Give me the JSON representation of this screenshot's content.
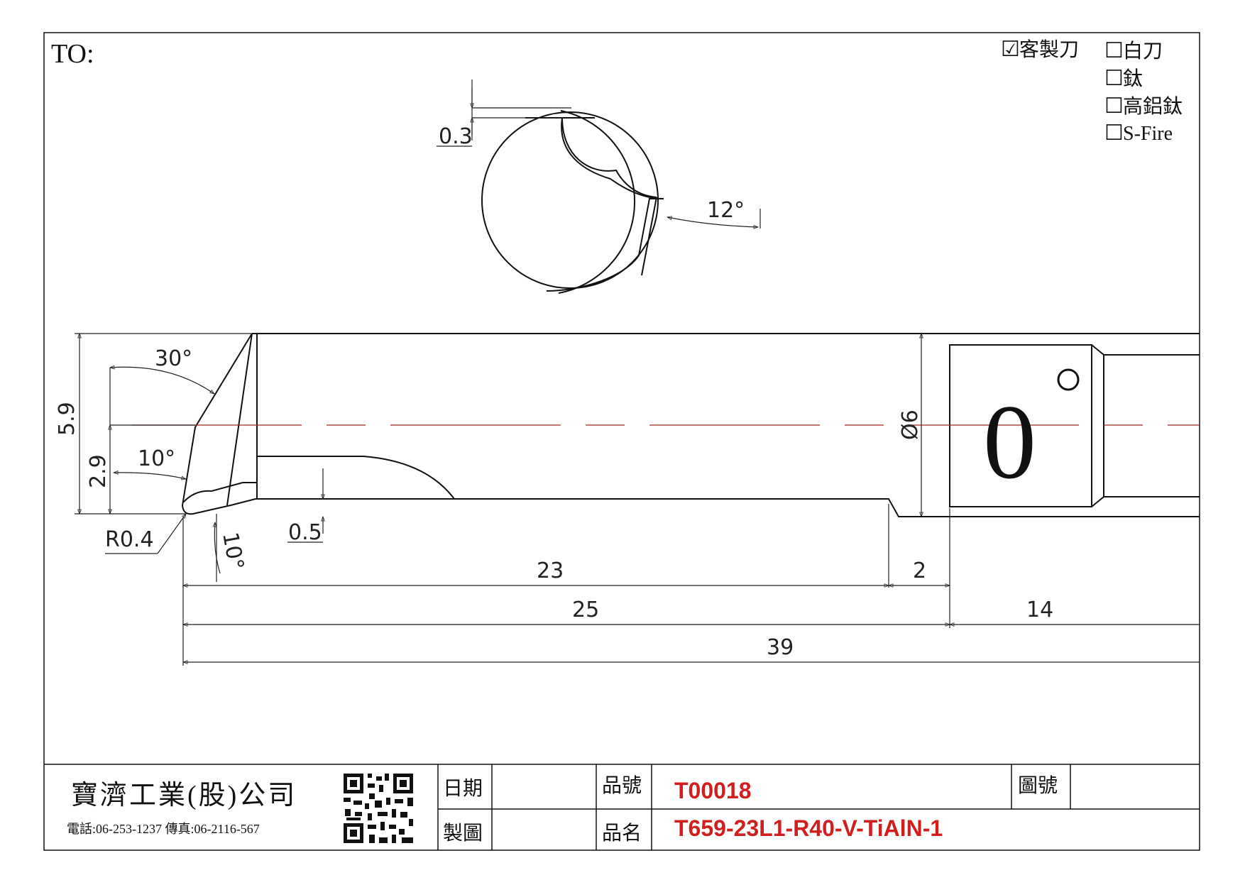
{
  "header": {
    "to_label": "TO:"
  },
  "coating_options": [
    {
      "box": "☑",
      "label": "客製刀",
      "checked": true
    },
    {
      "box": "☐",
      "label": "白刀",
      "checked": false
    },
    {
      "box": "☐",
      "label": "鈦",
      "checked": false
    },
    {
      "box": "☐",
      "label": "高鋁鈦",
      "checked": false
    },
    {
      "box": "☐",
      "label": "S-Fire",
      "checked": false
    }
  ],
  "end_view": {
    "dim_offset": "0.3",
    "dim_clearance_angle": "12°"
  },
  "side_view": {
    "dim_height": "5.9",
    "dim_center_height": "2.9",
    "dim_tip_angle": "30°",
    "dim_lower_angle": "10°",
    "dim_relief_angle": "10°",
    "dim_nose_radius": "R0.4",
    "dim_step": "0.5",
    "dim_diameter": "Ø6",
    "dim_reach": "23",
    "dim_neck": "2",
    "dim_head_length": "25",
    "dim_shank": "14",
    "dim_overall": "39",
    "flat_mark": "0",
    "flat_mark_degree": "°"
  },
  "title_block": {
    "company_name": "寶濟工業(股)公司",
    "company_contact": "電話:06-253-1237 傳真:06-2116-567",
    "date_label": "日期",
    "date_value": "",
    "drawn_label": "製圖",
    "drawn_value": "",
    "part_no_label": "品號",
    "part_no_value": "T00018",
    "part_name_label": "品名",
    "part_name_value": "T659-23L1-R40-V-TiAlN-1",
    "drawing_no_label": "圖號",
    "drawing_no_value": ""
  },
  "colors": {
    "line": "#111111",
    "centerline": "#a0281e",
    "highlight_text": "#d11f1f"
  }
}
